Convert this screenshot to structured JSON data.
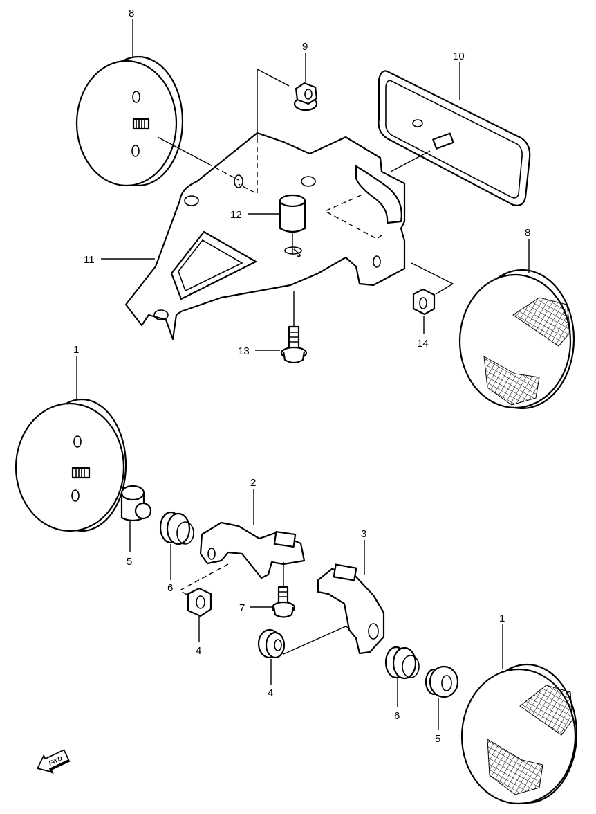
{
  "callouts": [
    {
      "id": "c1a",
      "text": "1"
    },
    {
      "id": "c1b",
      "text": "1"
    },
    {
      "id": "c2",
      "text": "2"
    },
    {
      "id": "c3",
      "text": "3"
    },
    {
      "id": "c4a",
      "text": "4"
    },
    {
      "id": "c4b",
      "text": "4"
    },
    {
      "id": "c5a",
      "text": "5"
    },
    {
      "id": "c5b",
      "text": "5"
    },
    {
      "id": "c6a",
      "text": "6"
    },
    {
      "id": "c6b",
      "text": "6"
    },
    {
      "id": "c7",
      "text": "7"
    },
    {
      "id": "c8a",
      "text": "8"
    },
    {
      "id": "c8b",
      "text": "8"
    },
    {
      "id": "c9",
      "text": "9"
    },
    {
      "id": "c10",
      "text": "10"
    },
    {
      "id": "c11",
      "text": "11"
    },
    {
      "id": "c12",
      "text": "12"
    },
    {
      "id": "c13",
      "text": "13"
    },
    {
      "id": "c14",
      "text": "14"
    }
  ],
  "direction_badge": {
    "text": "FWD"
  },
  "icons": {
    "direction": "forward-arrow-icon"
  }
}
